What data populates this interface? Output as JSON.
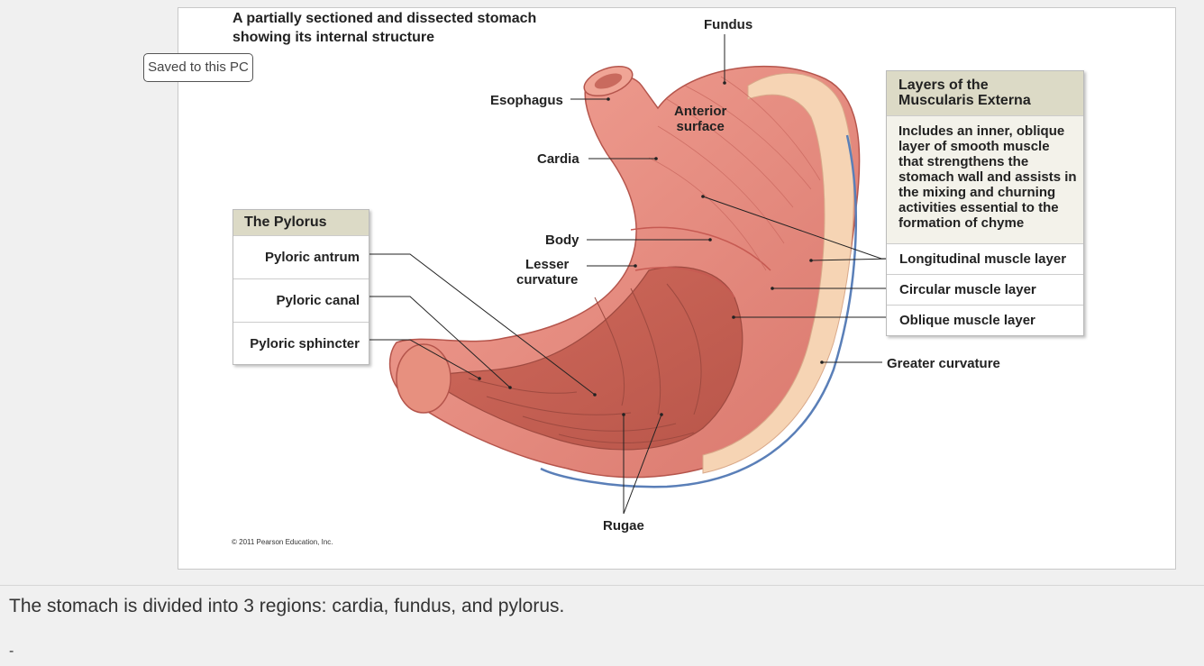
{
  "figure": {
    "title": "A partially sectioned and dissected stomach showing its internal structure",
    "saved_badge": "Saved to this PC",
    "labels": {
      "fundus": "Fundus",
      "esophagus": "Esophagus",
      "anterior_line1": "Anterior",
      "anterior_line2": "surface",
      "cardia": "Cardia",
      "body": "Body",
      "lesser_line1": "Lesser",
      "lesser_line2": "curvature",
      "greater_curvature": "Greater curvature",
      "rugae": "Rugae"
    },
    "pylorus_box": {
      "header": "The Pylorus",
      "items": [
        "Pyloric antrum",
        "Pyloric canal",
        "Pyloric sphincter"
      ]
    },
    "layers_box": {
      "header_line1": "Layers of the",
      "header_line2": "Muscularis Externa",
      "description": "Includes an inner, oblique layer of smooth muscle that strengthens the stomach wall and assists in the mixing and churning activities essential to the formation of chyme",
      "items": [
        "Longitudinal muscle layer",
        "Circular muscle layer",
        "Oblique muscle layer"
      ]
    },
    "copyright": "© 2011 Pearson Education, Inc."
  },
  "caption": "The stomach is divided into 3 regions: cardia, fundus, and pylorus.",
  "footer_mark": "-",
  "colors": {
    "muscle": "#e9857a",
    "muscle_dark": "#c65a52",
    "inner": "#d9705f",
    "serosa": "#f6d4b4",
    "vessel_red": "#d2453c",
    "vessel_blue": "#5a7fb8"
  }
}
